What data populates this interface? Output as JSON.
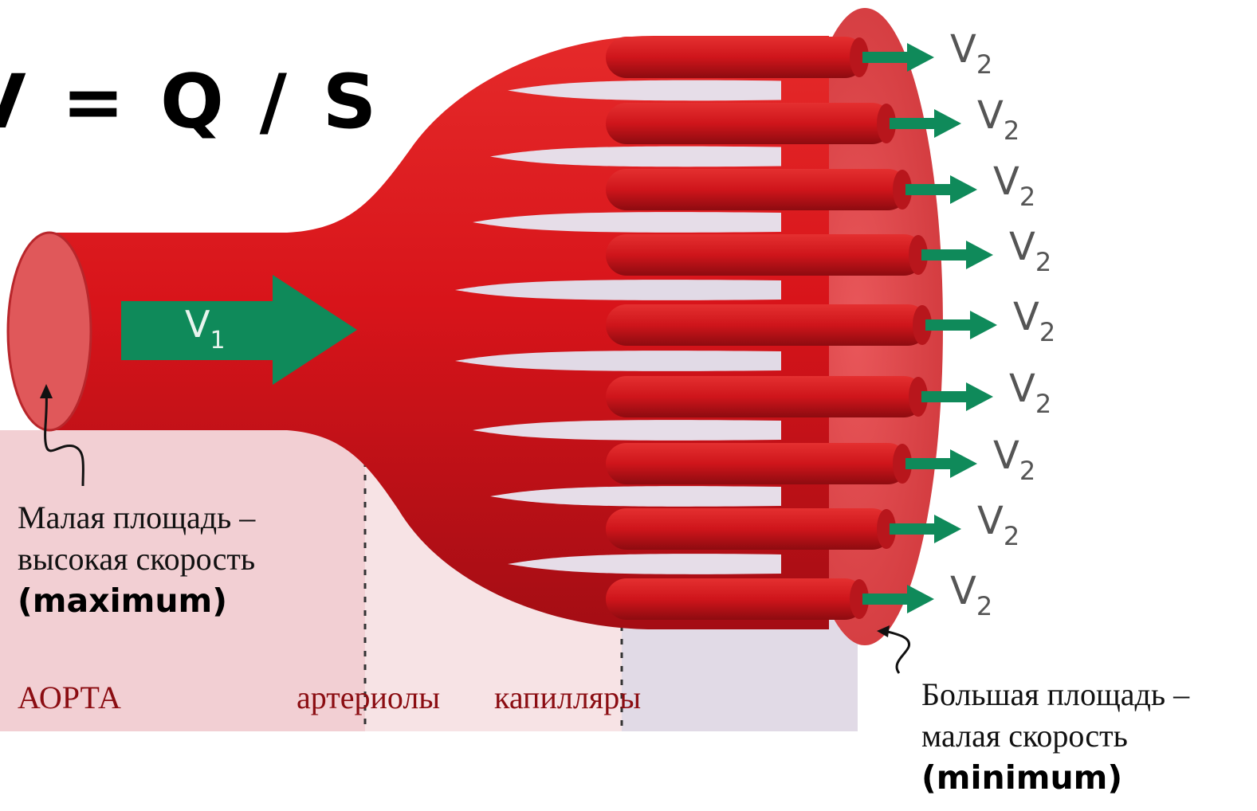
{
  "formula": "V = Q / S",
  "inlet": {
    "arrow_label": "V",
    "arrow_subscript": "1"
  },
  "outlet_label": "V",
  "outlet_subscript": "2",
  "outlets": [
    {
      "label": "V",
      "sub": "2"
    },
    {
      "label": "V",
      "sub": "2"
    },
    {
      "label": "V",
      "sub": "2"
    },
    {
      "label": "V",
      "sub": "2"
    },
    {
      "label": "V",
      "sub": "2"
    },
    {
      "label": "V",
      "sub": "2"
    },
    {
      "label": "V",
      "sub": "2"
    },
    {
      "label": "V",
      "sub": "2"
    },
    {
      "label": "V",
      "sub": "2"
    }
  ],
  "left_caption": {
    "line1": "Малая площадь –",
    "line2": "высокая скорость",
    "line3": "(maximum)"
  },
  "right_caption": {
    "line1": "Большая площадь –",
    "line2": "малая скорость",
    "line3": "(minimum)"
  },
  "regions": {
    "aorta": "АОРТА",
    "arterioles": "артериолы",
    "capillaries": "капилляры"
  },
  "colors": {
    "vessel": "#d7161b",
    "vessel_dark": "#9c0c12",
    "arrow": "#0f8a5a",
    "region_text": "#8b0d12",
    "bg_aorta": "#f2cfd3",
    "bg_arterioles": "#f7e3e5",
    "bg_capillaries": "#e1dae6"
  }
}
